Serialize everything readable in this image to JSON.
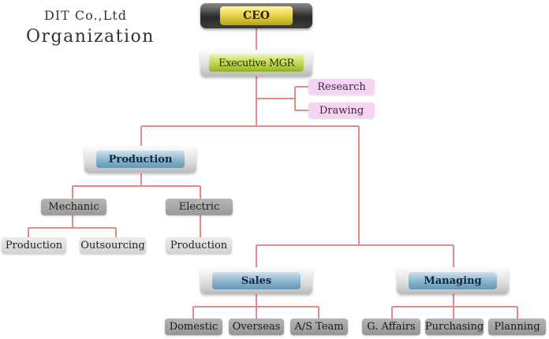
{
  "header": {
    "company": "DIT Co.,Ltd",
    "title": "Organization"
  },
  "colors": {
    "connector": "#e48a8a",
    "ceo_face": "#e8d64a",
    "exec_face": "#b9d64b",
    "division_face": "#88b3cd",
    "staff_box": "#f6d5f2"
  },
  "nodes": {
    "ceo": "CEO",
    "exec": "Executive MGR",
    "research": "Research",
    "drawing": "Drawing",
    "production": "Production",
    "mechanic": "Mechanic",
    "electric": "Electric",
    "mech_production": "Production",
    "outsourcing": "Outsourcing",
    "elec_production": "Production",
    "sales": "Sales",
    "domestic": "Domestic",
    "overseas": "Overseas",
    "as_team": "A/S Team",
    "managing": "Managing",
    "g_affairs": "G. Affairs",
    "purchasing": "Purchasing",
    "planning": "Planning"
  }
}
